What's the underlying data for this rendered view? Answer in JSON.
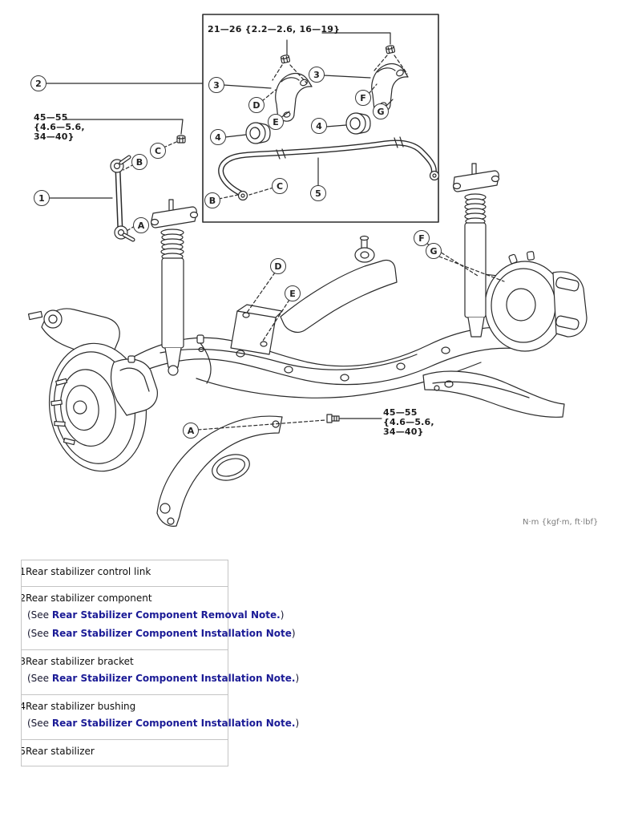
{
  "diagram": {
    "torque_bracket_nuts": "21—26 {2.2—2.6, 16—19}",
    "torque_control_link": [
      "45—55",
      "{4.6—5.6,",
      "34—40}"
    ],
    "torque_bolt": [
      "45—55",
      "{4.6—5.6,",
      "34—40}"
    ],
    "units_note": "N·m {kgf·m, ft·lbf}",
    "callouts": {
      "num1": "1",
      "num2": "2",
      "num3": "3",
      "num4": "4",
      "num5": "5",
      "letA": "A",
      "letB": "B",
      "letC": "C",
      "letD": "D",
      "letE": "E",
      "letF": "F",
      "letG": "G"
    }
  },
  "colors": {
    "diagram_line": "#2b2b2b",
    "link": "#1b1b96",
    "table_border": "#c4c4c4",
    "units_note": "#7d7d7d"
  },
  "table": {
    "rows": [
      {
        "num": "1",
        "name": "Rear stabilizer control link",
        "notes": []
      },
      {
        "num": "2",
        "name": "Rear stabilizer component",
        "notes": [
          {
            "pre": "(See ",
            "link": "Rear Stabilizer Component Removal Note.",
            "post": ")"
          },
          {
            "pre": "(See ",
            "link": "Rear Stabilizer Component Installation Note",
            "post": ")"
          }
        ]
      },
      {
        "num": "3",
        "name": "Rear stabilizer bracket",
        "notes": [
          {
            "pre": "(See ",
            "link": "Rear Stabilizer Component Installation Note.",
            "post": ")"
          }
        ]
      },
      {
        "num": "4",
        "name": "Rear stabilizer bushing",
        "notes": [
          {
            "pre": "(See ",
            "link": "Rear Stabilizer Component Installation Note.",
            "post": ")"
          }
        ]
      },
      {
        "num": "5",
        "name": "Rear stabilizer",
        "notes": []
      }
    ]
  }
}
